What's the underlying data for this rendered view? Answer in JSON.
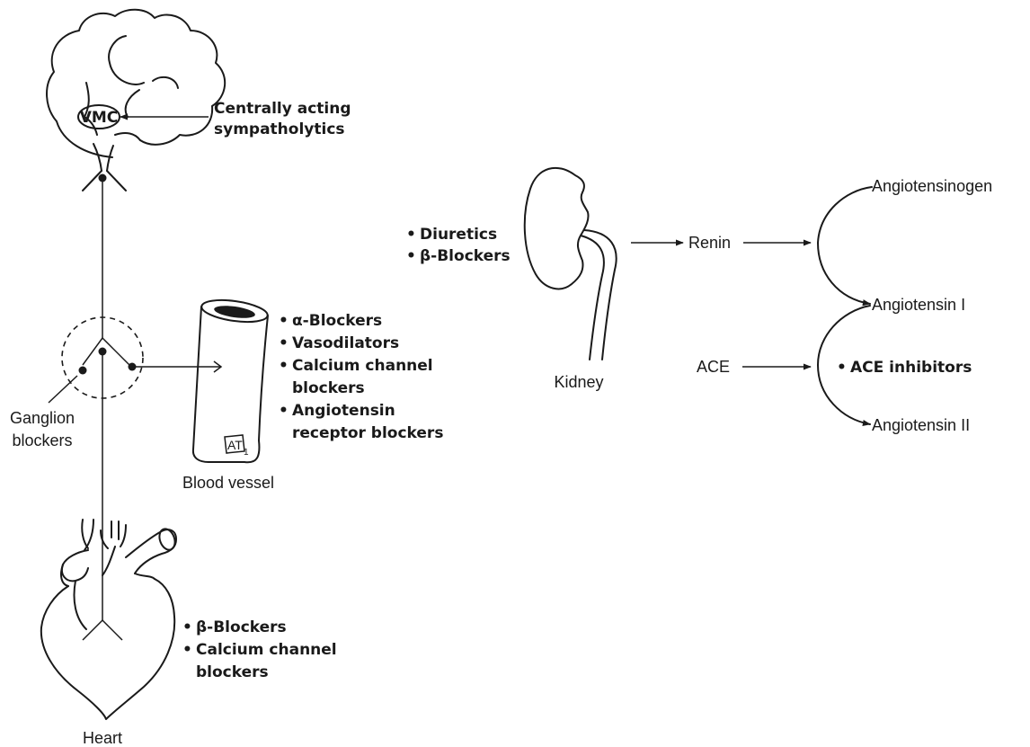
{
  "labels": {
    "vmc": "VMC",
    "centrally_acting_1": "Centrally acting",
    "centrally_acting_2": "sympatholytics",
    "ganglion_1": "Ganglion",
    "ganglion_2": "blockers",
    "blood_vessel": "Blood vessel",
    "at1_main": "AT",
    "at1_sub": "1",
    "heart": "Heart",
    "kidney": "Kidney",
    "renin": "Renin",
    "ace": "ACE",
    "angiotensinogen": "Angiotensinogen",
    "angiotensin_i": "Angiotensin I",
    "angiotensin_ii": "Angiotensin II"
  },
  "bullet": "•",
  "vessel_drugs": {
    "alpha": "α-Blockers",
    "vasodilators": "Vasodilators",
    "ccb_1": "Calcium channel",
    "ccb_2": "blockers",
    "arb_1": "Angiotensin",
    "arb_2": "receptor blockers"
  },
  "heart_drugs": {
    "beta": "β-Blockers",
    "ccb_1": "Calcium channel",
    "ccb_2": "blockers"
  },
  "kidney_drugs": {
    "diuretics": "Diuretics",
    "beta": "β-Blockers"
  },
  "ace_drug": "ACE inhibitors"
}
